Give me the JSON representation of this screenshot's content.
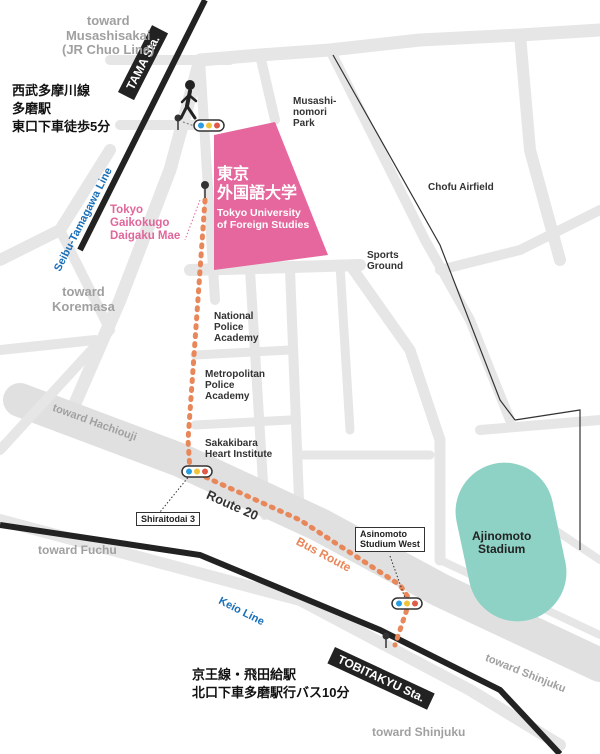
{
  "colors": {
    "road": "#e3e3e3",
    "campus": "#e5679d",
    "bus_route": "#e8875a",
    "stadium": "#8dd2c5",
    "rail": "#222222",
    "keio_line_label": "#1a6fb8"
  },
  "labels": {
    "toward_musashisakai": "toward\nMusashisakai\n(JR Chuo Line)",
    "toward_koremasa": "toward\nKoremasa",
    "toward_hachiouji": "toward Hachiouji",
    "toward_fuchu": "toward Fuchu",
    "toward_shinjuku_1": "toward Shinjuku",
    "toward_shinjuku_2": "toward Shinjuku",
    "seibu_line": "Seibu-Tamagawa Line",
    "keio_line": "Keio Line",
    "tama_sta": "TAMA Sta.",
    "tobitakyu_sta": "TOBITAKYU Sta.",
    "tama_walk_jp": "西武多摩川線\n多磨駅\n東口下車徒歩5分",
    "tobitakyu_bus_jp": "京王線・飛田給駅\n北口下車多磨駅行バス10分",
    "tufs_jp": "東京\n外国語大学",
    "tufs_en": "Tokyo University\nof Foreign Studies",
    "bus_stop_tufs": "Tokyo\nGaikokugo\nDaigaku Mae",
    "musashinomori_park": "Musashi-\nnomori\nPark",
    "chofu_airfield": "Chofu Airfield",
    "sports_ground": "Sports\nGround",
    "national_police": "National\nPolice\nAcademy",
    "metropolitan_police": "Metropolitan\nPolice\nAcademy",
    "sakakibara": "Sakakibara\nHeart Institute",
    "route_20": "Route 20",
    "bus_route": "Bus Route",
    "shiraitodai": "Shiraitodai 3",
    "asinomoto_west": "Asinomoto\nStudium West",
    "ajinomoto_stadium": "Ajinomoto\nStadium"
  },
  "icons": {
    "walker": "walking-person-icon",
    "bus_stop": "bus-stop-pole-icon",
    "signal": "traffic-signal-icon"
  }
}
